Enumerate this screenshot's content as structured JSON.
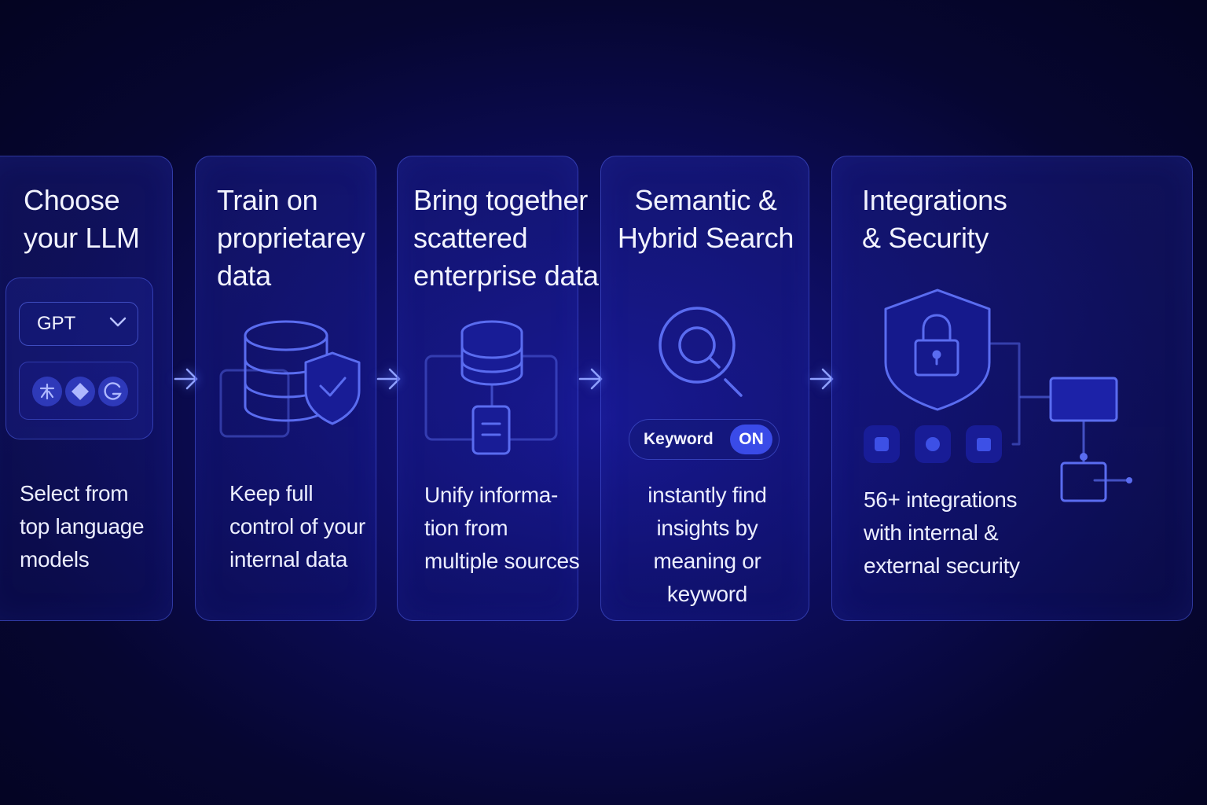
{
  "steps": [
    {
      "title_lines": [
        "Choose",
        "your LLM"
      ],
      "desc_lines": [
        "Select from",
        "top language",
        "models"
      ],
      "select_value": "GPT"
    },
    {
      "title_lines": [
        "Train on",
        "proprietarey",
        "data"
      ],
      "desc_lines": [
        "Keep full",
        "control of your",
        "internal data"
      ]
    },
    {
      "title_lines": [
        "Bring together",
        "scattered",
        "enterprise data"
      ],
      "desc_lines": [
        "Unify informa-",
        "tion from",
        "multiple sources"
      ]
    },
    {
      "title_lines": [
        "Semantic &",
        "Hybrid Search"
      ],
      "desc_lines": [
        "instantly find",
        "insights by",
        "meaning or",
        "keyword"
      ],
      "toggle_label": "Keyword",
      "toggle_state": "ON"
    },
    {
      "title_lines": [
        "Integrations",
        "& Security"
      ],
      "desc_lines": [
        "56+ integrations",
        "with internal &",
        "external security"
      ]
    }
  ],
  "icons": {
    "dropdown": "chevron-down-icon",
    "models": [
      "openai-icon",
      "gemini-icon",
      "google-icon"
    ],
    "train": "database-shield-icon",
    "bring": "database-network-icon",
    "search": "magnifier-icon",
    "security": "shield-lock-icon",
    "flow_arrow": "arrow-right-icon"
  },
  "colors": {
    "background": "#060631",
    "card_border": "#5a6eff",
    "icon_stroke": "#5a6cf0",
    "accent": "#3a4be8",
    "text": "#eef0ff"
  }
}
